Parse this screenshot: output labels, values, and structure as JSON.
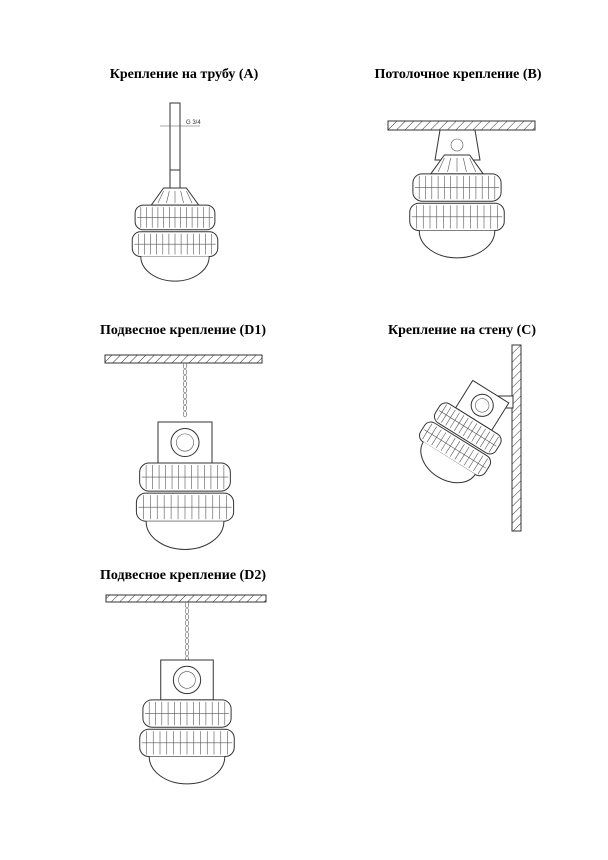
{
  "figures": [
    {
      "id": "A",
      "caption": "Крепление на трубу (A)",
      "dimension_label": "G 3/4",
      "mark": "A"
    },
    {
      "id": "B",
      "caption": "Потолочное крепление (B)"
    },
    {
      "id": "D1",
      "caption": "Подвесное крепление (D1)"
    },
    {
      "id": "C",
      "caption": "Крепление на стену (C)"
    },
    {
      "id": "D2",
      "caption": "Подвесное крепление (D2)"
    }
  ]
}
